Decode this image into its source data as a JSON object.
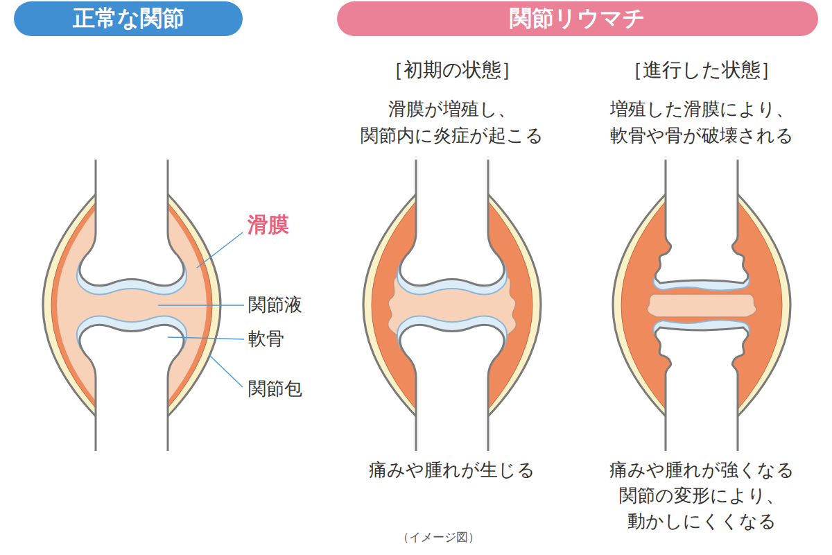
{
  "diagram": {
    "nodes": [
      {
        "text": [
          "正常な関節"
        ]
      },
      {
        "text": [
          "関節リウマチ"
        ]
      }
    ],
    "labels": [
      "［初期の状態］",
      "［進行した状態］",
      "滑膜が増殖し、",
      "関節内に炎症が起こる",
      "増殖した滑膜により、",
      "軟骨や骨が破壊される",
      "滑膜",
      "関節液",
      "軟骨",
      "関節包",
      "痛みや腫れが生じる",
      "痛みや腫れが強くなる",
      "関節の変形により、",
      "動かしにくくなる",
      "（イメージ図）"
    ]
  }
}
